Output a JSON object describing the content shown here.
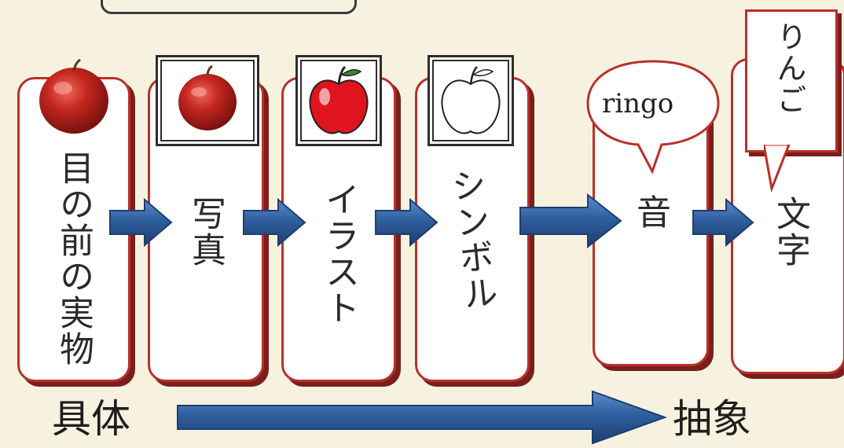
{
  "stages": [
    {
      "label": "目の前の実物"
    },
    {
      "label": "写真"
    },
    {
      "label": "イラスト"
    },
    {
      "label": "シンボル"
    },
    {
      "label": "音"
    },
    {
      "label": "文字"
    }
  ],
  "speech_bubble": {
    "text": "ringo"
  },
  "sign": {
    "text": "りんご"
  },
  "axis": {
    "left_label": "具体",
    "right_label": "抽象"
  },
  "icons": {
    "real": "apple-photo-icon",
    "photo": "apple-photo-icon",
    "illustration": "apple-illustration-icon",
    "symbol": "apple-outline-icon"
  },
  "colors": {
    "card_border": "#b9302a",
    "arrow_fill": "#2f5f9e",
    "apple_red": "#e0141e",
    "background": "#f6f2df"
  }
}
